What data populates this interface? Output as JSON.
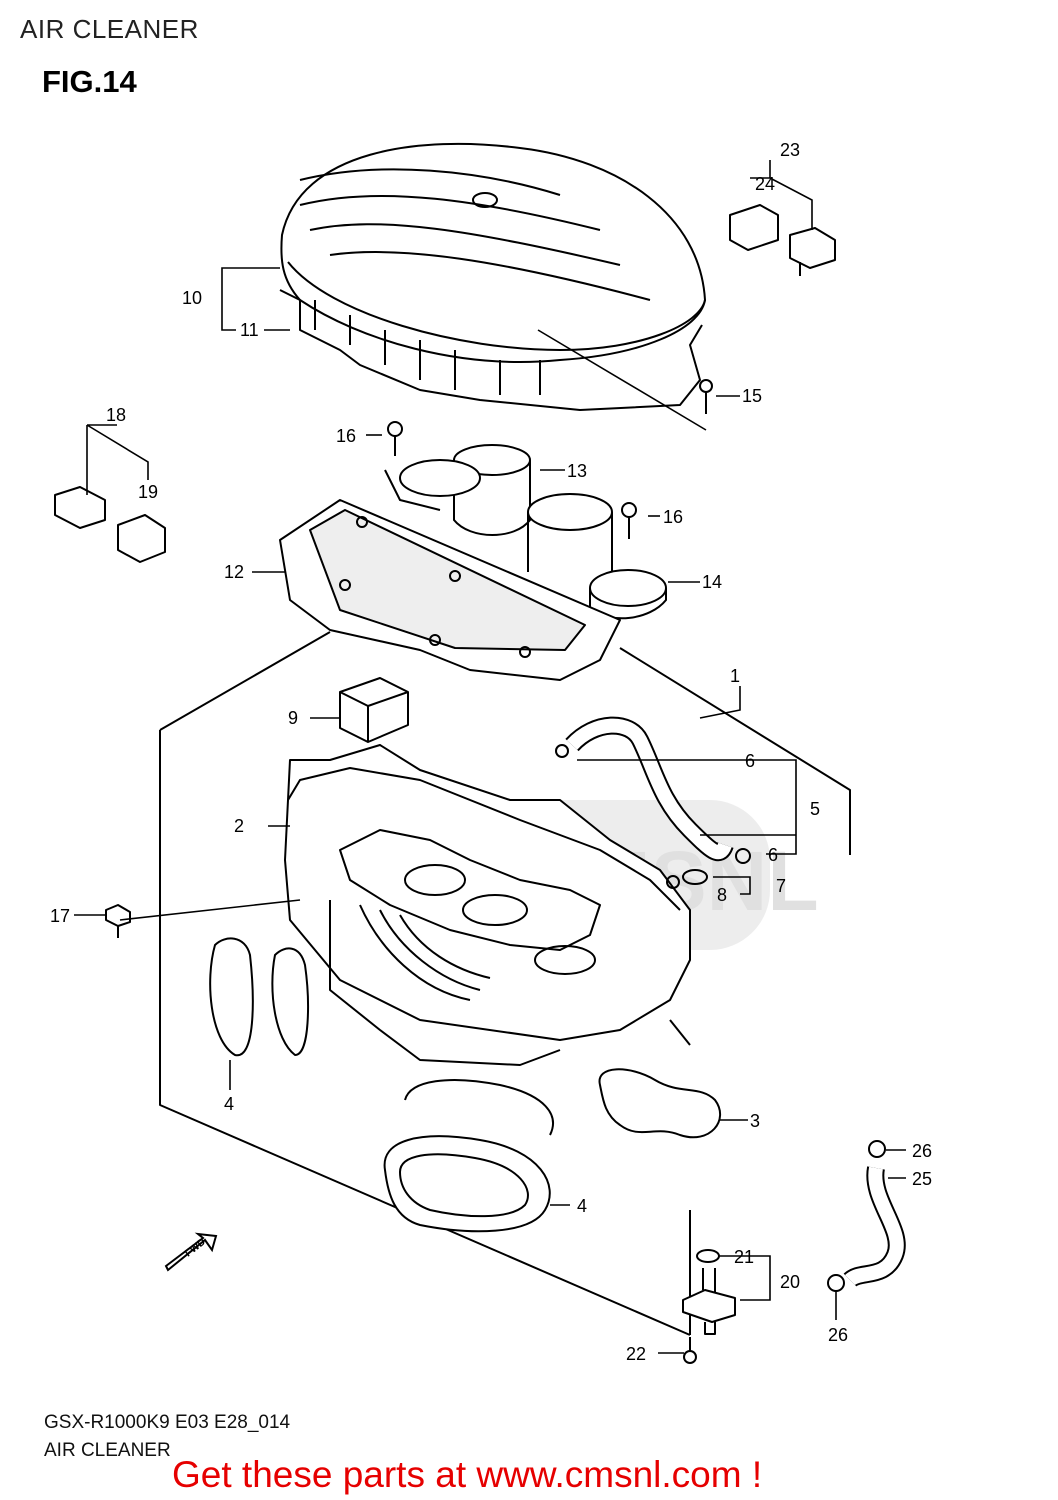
{
  "header": {
    "section": "AIR CLEANER",
    "figure": "FIG.14"
  },
  "footer": {
    "model_code": "GSX-R1000K9 E03 E28_014",
    "caption": "AIR CLEANER"
  },
  "promo": {
    "text": "Get these parts at www.cmsnl.com !",
    "color": "#e60000"
  },
  "watermark": {
    "text": "CMSNL",
    "color": "#d9d9d9"
  },
  "direction_marker": {
    "text": "FWD"
  },
  "callouts": {
    "c1": "1",
    "c2": "2",
    "c3": "3",
    "c4a": "4",
    "c4b": "4",
    "c5": "5",
    "c6a": "6",
    "c6b": "6",
    "c7": "7",
    "c8": "8",
    "c9": "9",
    "c10": "10",
    "c11": "11",
    "c12": "12",
    "c13": "13",
    "c14": "14",
    "c15": "15",
    "c16a": "16",
    "c16b": "16",
    "c17": "17",
    "c18": "18",
    "c19": "19",
    "c20": "20",
    "c21": "21",
    "c22": "22",
    "c23": "23",
    "c24": "24",
    "c25": "25",
    "c26a": "26",
    "c26b": "26"
  }
}
